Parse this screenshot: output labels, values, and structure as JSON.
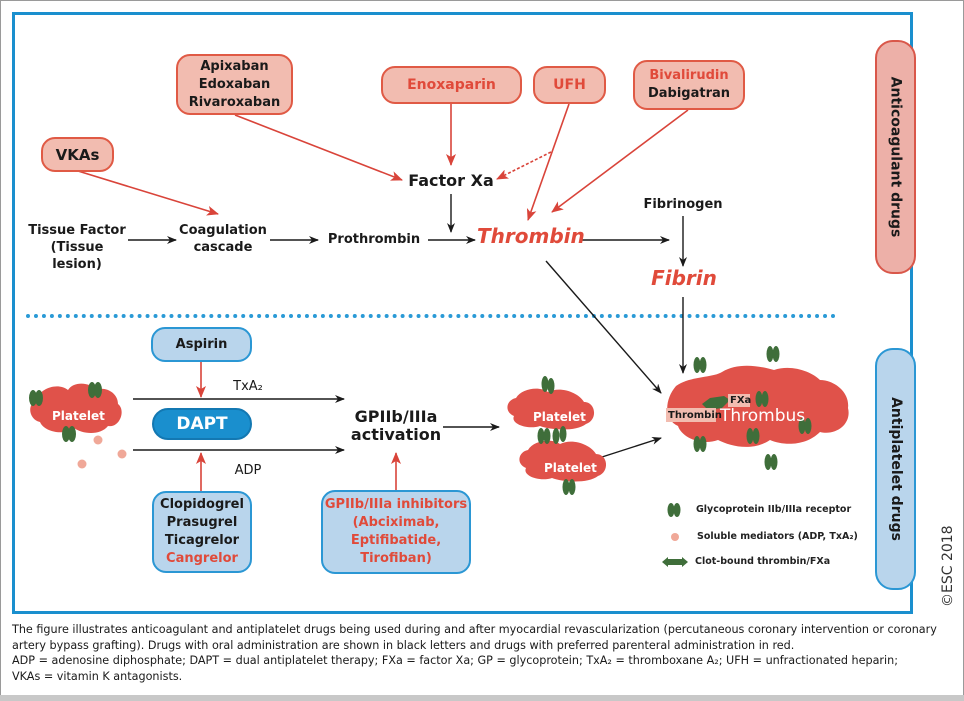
{
  "figure": {
    "colors": {
      "frame_blue": "#1a8fce",
      "red_accent": "#e04a3a",
      "red_box_fill": "#f2bcb0",
      "blue_box_fill": "#b9d5ec",
      "platelet_red": "#e0524a",
      "receptor_green": "#3f6e3a",
      "mediator_pink": "#f0a898"
    },
    "side_labels": {
      "anticoagulant": "Anticoagulant drugs",
      "antiplatelet": "Antiplatelet drugs"
    },
    "copyright": "©ESC 2018",
    "anticoagulant": {
      "drug_boxes": {
        "vkas": [
          "VKAs"
        ],
        "xa_inhibitors": [
          "Apixaban",
          "Edoxaban",
          "Rivaroxaban"
        ],
        "enoxaparin": [
          "Enoxaparin"
        ],
        "ufh": [
          "UFH"
        ],
        "direct_thrombin": {
          "parenteral": "Bivalirudin",
          "oral": "Dabigatran"
        }
      },
      "pathway": {
        "tissue_factor": [
          "Tissue Factor",
          "(Tissue lesion)"
        ],
        "coagulation": [
          "Coagulation",
          "cascade"
        ],
        "prothrombin": "Prothrombin",
        "factor_xa": "Factor Xa",
        "thrombin": "Thrombin",
        "fibrinogen": "Fibrinogen",
        "fibrin": "Fibrin"
      }
    },
    "antiplatelet": {
      "aspirin": "Aspirin",
      "dapt": "DAPT",
      "txa2": "TxA₂",
      "adp": "ADP",
      "p2y12": {
        "oral": [
          "Clopidogrel",
          "Prasugrel",
          "Ticagrelor"
        ],
        "parenteral": "Cangrelor"
      },
      "gp_inhibitors": [
        "GPIIb/IIIa inhibitors",
        "(Abciximab,",
        "Eptifibatide,",
        "Tirofiban)"
      ],
      "activation": [
        "GPIIb/IIIa",
        "activation"
      ],
      "platelet_label": "Platelet",
      "thrombus": {
        "label": "Thrombus",
        "thrombin_tag": "Thrombin",
        "fxa_tag": "FXa"
      }
    },
    "legend": [
      {
        "icon": "receptor-icon",
        "label": "Glycoprotein IIb/IIIa receptor"
      },
      {
        "icon": "mediator-dot-icon",
        "label": "Soluble mediators (ADP, TxA₂)"
      },
      {
        "icon": "clot-bound-icon",
        "label": "Clot-bound thrombin/FXa"
      }
    ],
    "caption": [
      "The figure illustrates anticoagulant and antiplatelet drugs being used during and after myocardial revascularization (percutaneous coronary intervention or coronary artery bypass grafting). Drugs with oral administration are shown in black letters and drugs with preferred parenteral administration in red.",
      "ADP = adenosine diphosphate; DAPT = dual antiplatelet therapy; FXa = factor Xa; GP = glycoprotein; TxA₂ = thromboxane A₂; UFH = unfractionated heparin;",
      "VKAs = vitamin K antagonists."
    ]
  }
}
